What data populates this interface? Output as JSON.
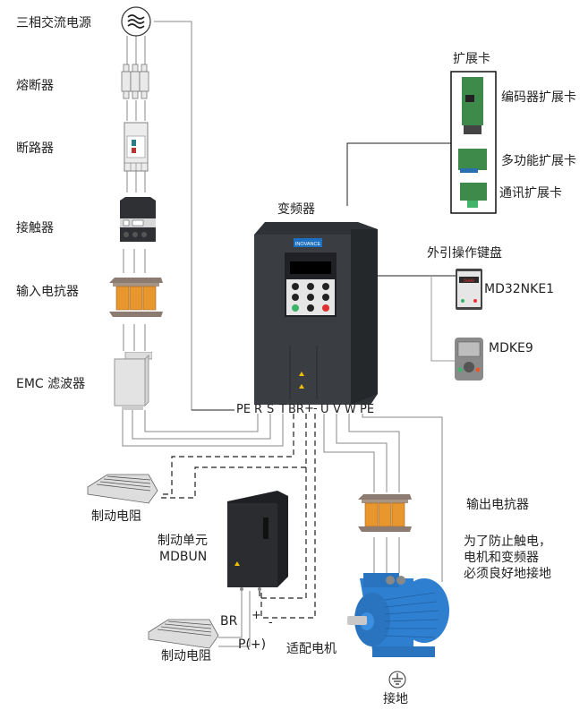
{
  "diagram": {
    "title": "变频器",
    "input_side": {
      "power_source": "三相交流电源",
      "fuse": "熔断器",
      "breaker": "断路器",
      "contactor": "接触器",
      "input_reactor": "输入电抗器",
      "emc_filter": "EMC 滤波器"
    },
    "expansion": {
      "group_label": "扩展卡",
      "cards": [
        "编码器扩展卡",
        "多功能扩展卡",
        "通讯扩展卡"
      ]
    },
    "keypad": {
      "group_label": "外引操作键盘",
      "models": [
        "MD32NKE1",
        "MDKE9"
      ]
    },
    "terminals": [
      "PE",
      "R",
      "S",
      "T",
      "BR",
      "+",
      "-",
      "U",
      "V",
      "W",
      "PE"
    ],
    "braking": {
      "resistor_1": "制动电阻",
      "unit_label": "制动单元",
      "unit_model": "MDBUN",
      "resistor_2": "制动电阻",
      "br_label": "BR",
      "p_label": "P(+)",
      "plus": "+",
      "minus": "-"
    },
    "output_side": {
      "output_reactor": "输出电抗器",
      "motor": "适配电机",
      "ground": "接地",
      "note_lines": [
        "为了防止触电，",
        "电机和变频器",
        "必须良好地接地"
      ]
    },
    "drive_brand": "INOVANCE",
    "colors": {
      "drive_body": "#3a3d42",
      "reactor_orange": "#e8962e",
      "motor_blue": "#2f7fd1",
      "brand_blue": "#1d6fc2"
    }
  }
}
